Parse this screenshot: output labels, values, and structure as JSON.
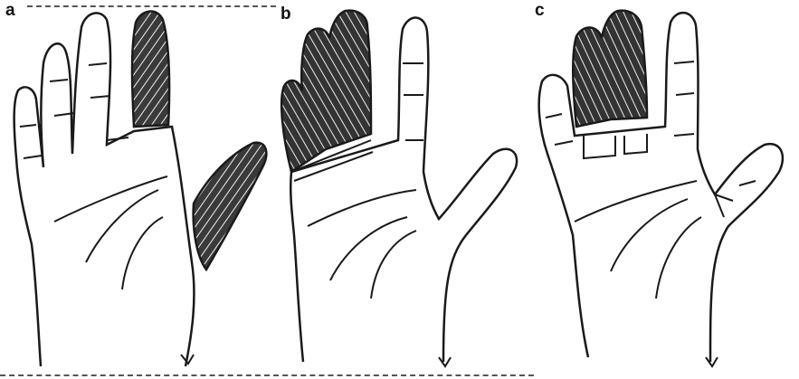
{
  "figure": {
    "panels": [
      {
        "label": "a"
      },
      {
        "label": "b"
      },
      {
        "label": "c"
      }
    ],
    "colors": {
      "ink": "#1a1a1a",
      "hatch_fill": "#2b2b2b",
      "background": "#ffffff"
    }
  }
}
